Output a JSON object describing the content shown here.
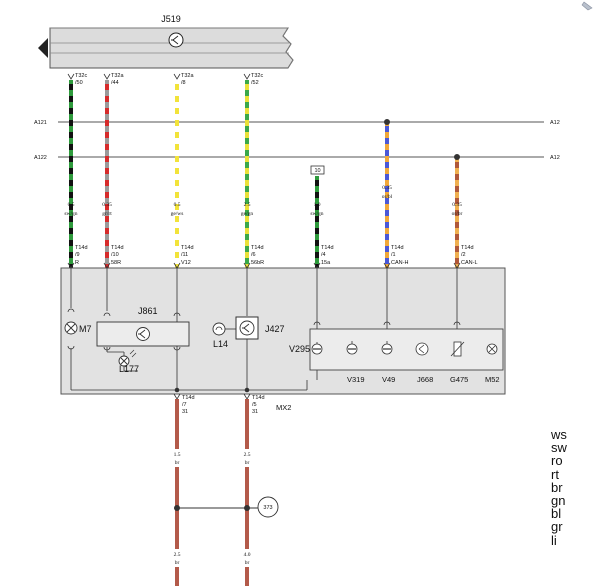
{
  "control_unit": {
    "name": "J519"
  },
  "buses": [
    {
      "name": "A121",
      "end_label": "A12"
    },
    {
      "name": "A122",
      "end_label": "A12"
    }
  ],
  "top_connectors": [
    {
      "connector": "T32c",
      "pin": "/50"
    },
    {
      "connector": "T32a",
      "pin": "/44"
    },
    {
      "connector": "T32a",
      "pin": "/8"
    },
    {
      "connector": "T32c",
      "pin": "/52"
    }
  ],
  "wires": [
    {
      "size": "0.5",
      "color": "sw/gn"
    },
    {
      "size": "0.35",
      "color": "gr/rt"
    },
    {
      "size": "0.5",
      "color": "ge/ws"
    },
    {
      "size": "2.5",
      "color": "ge/gn"
    },
    {
      "size": "1.0",
      "color": "sw/gn"
    },
    {
      "size": "0.35",
      "color": "or/bl"
    },
    {
      "size": "0.35",
      "color": "or/br"
    }
  ],
  "fuse": {
    "label": "10"
  },
  "module_pins": [
    {
      "connector": "T14d",
      "pin": "/9",
      "signal": "R"
    },
    {
      "connector": "T14d",
      "pin": "/10",
      "signal": "58R"
    },
    {
      "connector": "T14d",
      "pin": "/11",
      "signal": "V12"
    },
    {
      "connector": "T14d",
      "pin": "/6",
      "signal": "56bR"
    },
    {
      "connector": "T14d",
      "pin": "/4",
      "signal": "15a"
    },
    {
      "connector": "T14d",
      "pin": "/1",
      "signal": "CAN-H"
    },
    {
      "connector": "T14d",
      "pin": "/2",
      "signal": "CAN-L"
    }
  ],
  "components": {
    "lamp_left": "M7",
    "relay_module": "J861",
    "lamp_small": "L177",
    "lamp_l14": "L14",
    "control_j427": "J427",
    "sub_module": [
      "V295",
      "V319",
      "V49",
      "J668",
      "G475",
      "M52"
    ]
  },
  "bottom_pins": [
    {
      "connector": "T14d",
      "pin": "/7",
      "signal": "31"
    },
    {
      "connector": "T14d",
      "pin": "/5",
      "signal": "31"
    }
  ],
  "ground_label": "MX2",
  "ground_wires": [
    {
      "size": "1.5",
      "color": "br"
    },
    {
      "size": "2.5",
      "color": "br"
    },
    {
      "size": "2.5",
      "color": "br"
    },
    {
      "size": "4.0",
      "color": "br"
    }
  ],
  "ground_point": {
    "label": "373"
  },
  "legend": [
    "ws",
    "sw",
    "ro",
    "rt",
    "br",
    "gn",
    "bl",
    "gr",
    "li"
  ]
}
